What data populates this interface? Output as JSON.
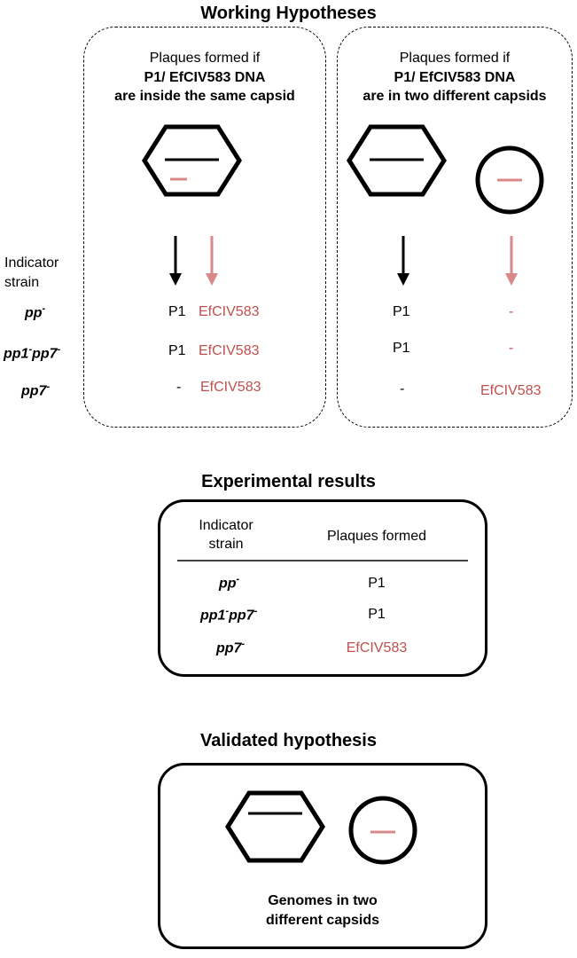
{
  "titles": {
    "working": "Working Hypotheses",
    "experimental": "Experimental results",
    "validated": "Validated hypothesis"
  },
  "hyp_same": {
    "line1": "Plaques formed if",
    "line2": "P1/ EfCIV583 DNA",
    "line3": "are inside the same capsid",
    "rows": [
      {
        "p1": "P1",
        "ef": "EfCIV583"
      },
      {
        "p1": "P1",
        "ef": "EfCIV583"
      },
      {
        "p1": "-",
        "ef": "EfCIV583"
      }
    ]
  },
  "hyp_diff": {
    "line1": "Plaques formed if",
    "line2": "P1/ EfCIV583 DNA",
    "line3": "are in two different capsids",
    "rows": [
      {
        "p1": "P1",
        "ef": "-"
      },
      {
        "p1": "P1",
        "ef": "-"
      },
      {
        "p1": "-",
        "ef": "EfCIV583"
      }
    ]
  },
  "indicator": {
    "line1": "Indicator",
    "line2": "strain"
  },
  "strains": [
    {
      "a": "pp",
      "a_sup": "-",
      "b": "",
      "b_sup": ""
    },
    {
      "a": "pp1",
      "a_sup": "-",
      "b": "pp7",
      "b_sup": "-"
    },
    {
      "a": "pp7",
      "a_sup": "-",
      "b": "",
      "b_sup": ""
    }
  ],
  "results": {
    "col1_line1": "Indicator",
    "col1_line2": "strain",
    "col2": "Plaques formed",
    "rows": [
      {
        "plaque": "P1"
      },
      {
        "plaque": "P1"
      },
      {
        "plaque": "EfCIV583"
      }
    ]
  },
  "validated": {
    "line1": "Genomes in two",
    "line2": "different capsids"
  },
  "colors": {
    "black": "#000000",
    "pink": "#d9898a",
    "red_text": "#c0504d"
  }
}
